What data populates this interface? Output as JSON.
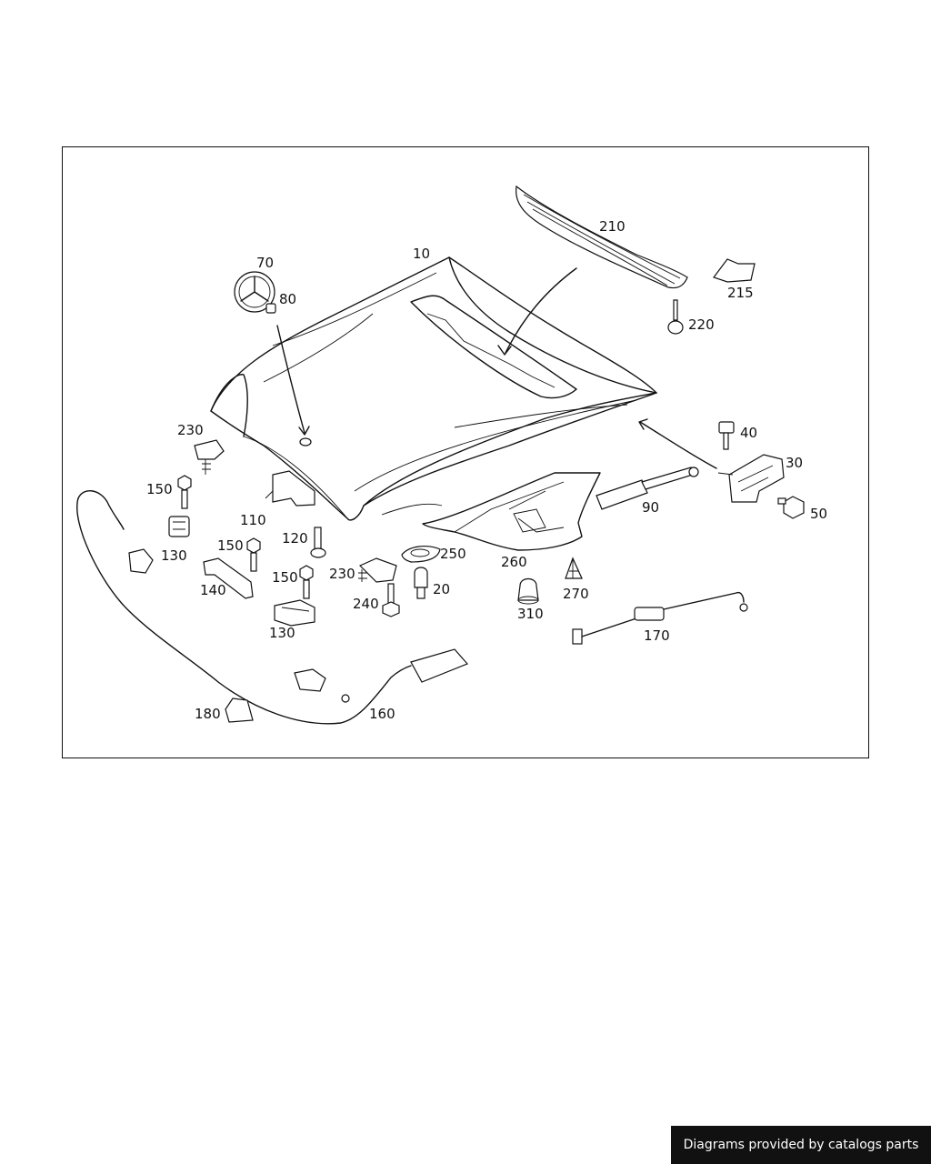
{
  "callouts": {
    "c10": "10",
    "c20": "20",
    "c30": "30",
    "c40": "40",
    "c50": "50",
    "c70": "70",
    "c80": "80",
    "c90": "90",
    "c110": "110",
    "c120": "120",
    "c130a": "130",
    "c130b": "130",
    "c140": "140",
    "c150a": "150",
    "c150b": "150",
    "c150c": "150",
    "c160": "160",
    "c170": "170",
    "c180": "180",
    "c210": "210",
    "c215": "215",
    "c220": "220",
    "c230a": "230",
    "c230b": "230",
    "c240": "240",
    "c250": "250",
    "c260": "260",
    "c270": "270",
    "c310": "310"
  },
  "footer": {
    "text": "Diagrams provided by catalogs parts"
  }
}
